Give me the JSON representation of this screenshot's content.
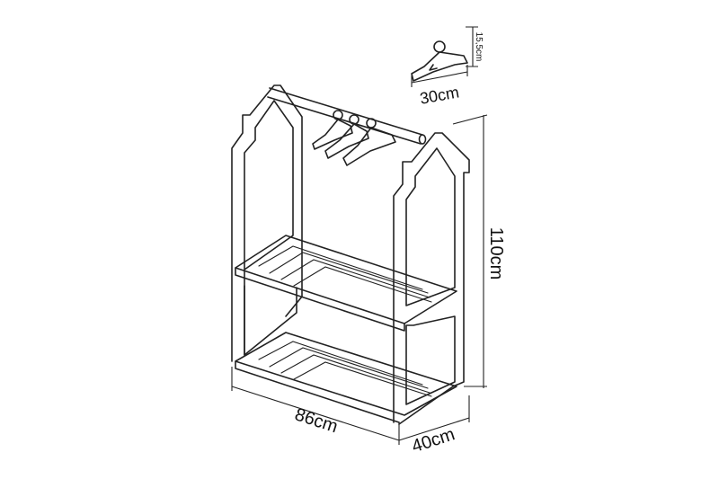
{
  "dimensions": {
    "width": "86cm",
    "depth": "40cm",
    "height": "110cm",
    "hanger_width": "30cm",
    "hanger_height": "15,5cm"
  },
  "colors": {
    "line": "#222222",
    "background": "#ffffff"
  }
}
